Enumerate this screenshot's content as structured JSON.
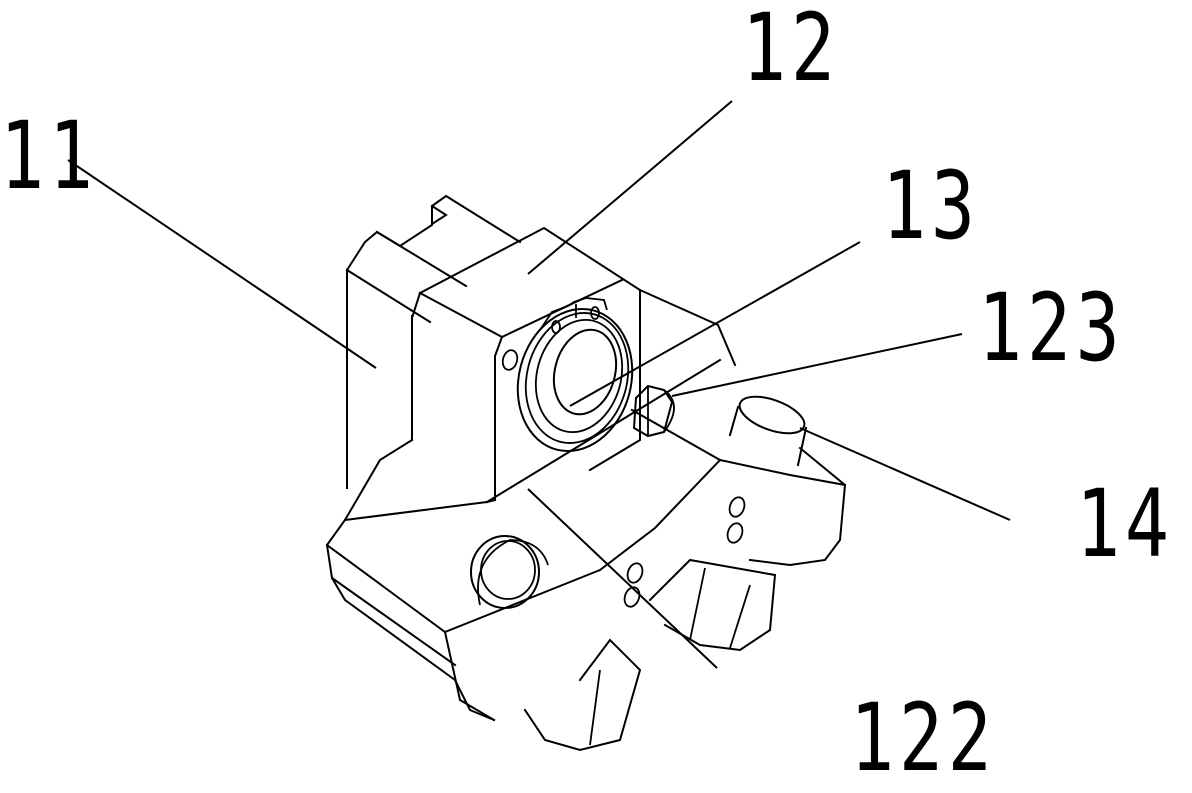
{
  "figure": {
    "type": "patent-style isometric line drawing",
    "colors": {
      "line": "#000000",
      "background": "#ffffff"
    }
  },
  "labels": [
    {
      "id": "11",
      "text": "11",
      "target": "main-body-block"
    },
    {
      "id": "12",
      "text": "12",
      "target": "bearing-housing-block"
    },
    {
      "id": "13",
      "text": "13",
      "target": "shaft-bore-center"
    },
    {
      "id": "123",
      "text": "123",
      "target": "hex-bolt"
    },
    {
      "id": "14",
      "text": "14",
      "target": "cylindrical-boss"
    },
    {
      "id": "122",
      "text": "122",
      "target": "lower-arm-block"
    }
  ]
}
